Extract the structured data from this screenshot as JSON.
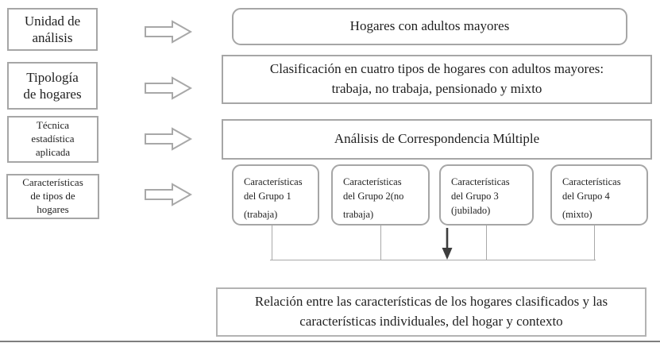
{
  "diagram": {
    "left_labels": [
      {
        "label": "Unidad de\nanálisis"
      },
      {
        "label": "Tipología\nde hogares"
      },
      {
        "label": "Técnica\nestadística\naplicada"
      },
      {
        "label": "Características\nde tipos de\nhogares"
      }
    ],
    "nodes": {
      "unit_of_analysis": "Hogares con adultos mayores",
      "typology": "Clasificación en cuatro tipos de hogares con adultos mayores:\ntrabaja, no trabaja, pensionado y mixto",
      "technique": "Análisis de Correspondencia Múltiple",
      "groups": [
        {
          "lines": [
            "Características",
            "del Grupo 1",
            "(trabaja)"
          ]
        },
        {
          "lines": [
            "Características",
            "del Grupo 2(no",
            "trabaja)"
          ]
        },
        {
          "lines": [
            "Características",
            "del Grupo 3",
            "(jubilado)"
          ]
        },
        {
          "lines": [
            "Características",
            "del Grupo 4",
            "(mixto)"
          ]
        }
      ],
      "result": "Relación entre las características de los hogares clasificados y las\ncaracterísticas individuales, del hogar y contexto"
    },
    "icons": {
      "flow_arrow": "right-block-arrow-icon",
      "down_arrow": "down-arrow-icon"
    },
    "colors": {
      "shape_border": "#a6a6a6",
      "result_border": "#b3b3b3",
      "text": "#1f1f1f",
      "connector": "#a9a9a9",
      "down_arrow": "#3d3d3d",
      "bottom_rule": "#7e7e7e"
    }
  }
}
